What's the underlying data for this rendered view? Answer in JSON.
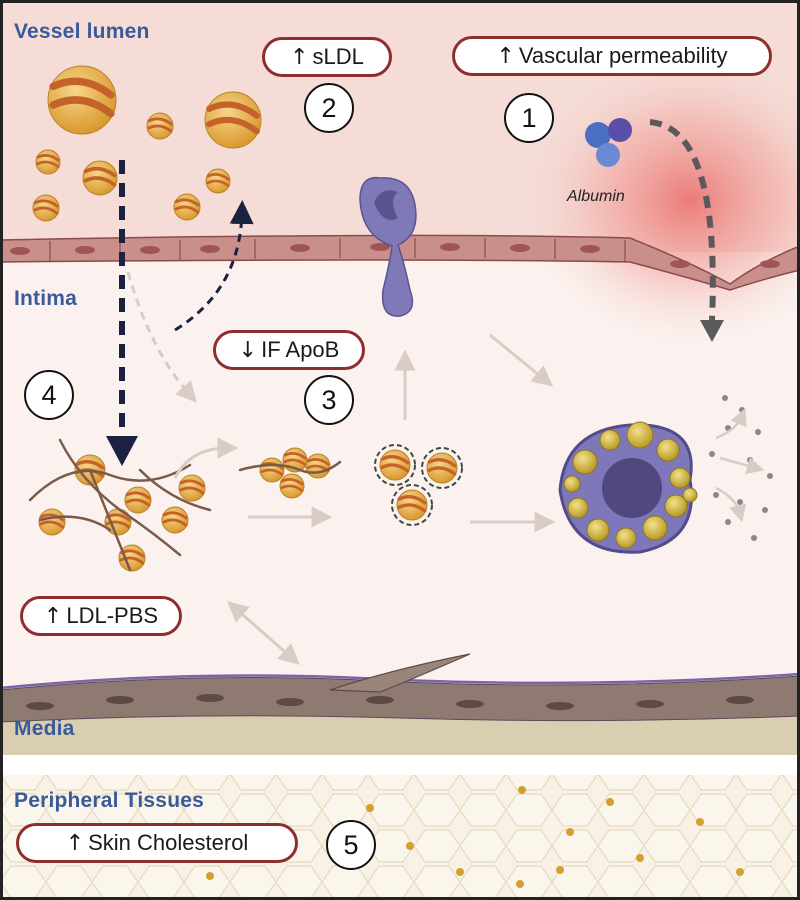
{
  "regions": {
    "vessel_lumen": "Vessel lumen",
    "intima": "Intima",
    "media": "Media",
    "peripheral_tissues": "Peripheral Tissues"
  },
  "labels": {
    "sldl": {
      "arrow": "↑",
      "text": "sLDL"
    },
    "vascular_permeability": {
      "arrow": "↑",
      "text": "Vascular permeability"
    },
    "if_apob": {
      "arrow": "↓",
      "text": "IF ApoB"
    },
    "ldl_pbs": {
      "arrow": "↑",
      "text": "LDL-PBS"
    },
    "skin_cholesterol": {
      "arrow": "↑",
      "text": "Skin Cholesterol"
    }
  },
  "steps": {
    "s1": "1",
    "s2": "2",
    "s3": "3",
    "s4": "4",
    "s5": "5"
  },
  "albumin": "Albumin",
  "colors": {
    "pill_border": "#8e2d2d",
    "region_label": "#3a5a9a",
    "lumen_bg": "#f5dcd6",
    "intima_bg": "#fbf2ef",
    "media_bg": "#d9cfb0",
    "ldl": "#e9b24a",
    "ldl_band": "#c4622a",
    "macrophage": "#7e77b9",
    "albumin": "#4a6fc0",
    "arrow_dark": "#1b2140",
    "arrow_grey": "#5a5a5a",
    "arrow_light": "#d8ccc4"
  }
}
